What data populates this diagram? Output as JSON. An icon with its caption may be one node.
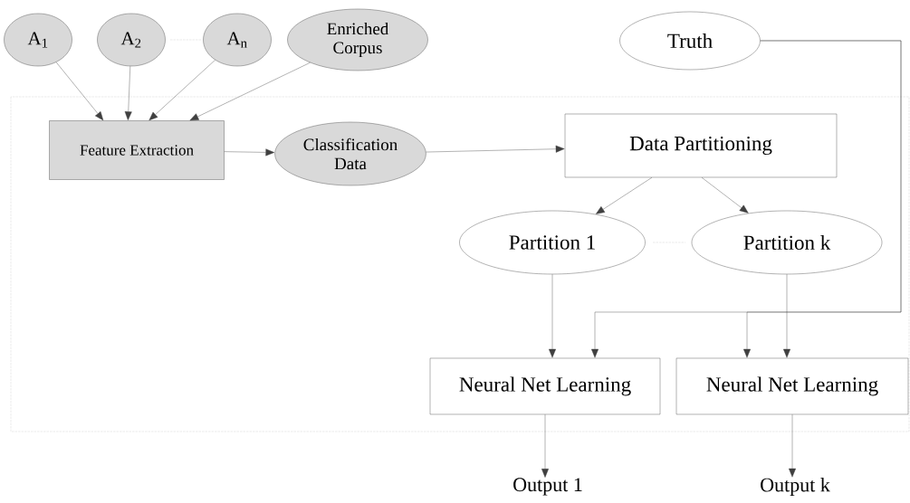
{
  "diagram": {
    "nodes": [
      {
        "text": [
          "A$_{1}$"
        ]
      },
      {
        "text": [
          "A$_{2}$"
        ]
      },
      {
        "text": [
          "A$_{n}$"
        ]
      },
      {
        "text": [
          "Enriched Corpus"
        ]
      },
      {
        "text": [
          "Truth"
        ]
      },
      {
        "text": [
          "Feature Extraction"
        ]
      },
      {
        "text": [
          "Classification Data"
        ]
      },
      {
        "text": [
          "Data Partitioning"
        ]
      },
      {
        "text": [
          "Partition 1"
        ]
      },
      {
        "text": [
          "Partition k"
        ]
      },
      {
        "text": [
          "Neural Net Learning"
        ]
      },
      {
        "text": [
          "Neural Net Learning"
        ]
      },
      {
        "text": [
          "Output 1"
        ]
      },
      {
        "text": [
          "Output k"
        ]
      }
    ],
    "edges": [
      {
        "from": 0,
        "to": 5,
        "arrow": "to"
      },
      {
        "from": 1,
        "to": 5,
        "arrow": "to"
      },
      {
        "from": 2,
        "to": 5,
        "arrow": "to"
      },
      {
        "from": 3,
        "to": 5,
        "arrow": "to"
      },
      {
        "from": 5,
        "to": 6,
        "arrow": "to"
      },
      {
        "from": 6,
        "to": 7,
        "arrow": "to"
      },
      {
        "from": 7,
        "to": 8,
        "arrow": "to"
      },
      {
        "from": 7,
        "to": 9,
        "arrow": "to"
      },
      {
        "from": 8,
        "to": 10,
        "arrow": "to"
      },
      {
        "from": 9,
        "to": 11,
        "arrow": "to"
      },
      {
        "from": 4,
        "to": 10,
        "arrow": "to"
      },
      {
        "from": 4,
        "to": 11,
        "arrow": "to"
      },
      {
        "from": 10,
        "to": 12,
        "arrow": "to"
      },
      {
        "from": 11,
        "to": 13,
        "arrow": "to"
      }
    ]
  }
}
